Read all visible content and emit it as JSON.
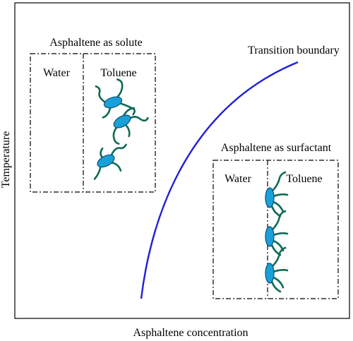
{
  "axes": {
    "x_label": "Asphaltene concentration",
    "y_label": "Temperature"
  },
  "curve": {
    "label": "Transition boundary",
    "color": "#1f1fd6"
  },
  "solute_panel": {
    "title": "Asphaltene as solute",
    "left_label": "Water",
    "right_label": "Toluene",
    "molecule_count": 3
  },
  "surfactant_panel": {
    "title": "Asphaltene as surfactant",
    "left_label": "Water",
    "right_label": "Toluene",
    "molecule_count": 3
  },
  "colors": {
    "molecule_fill": "#1aa0d8",
    "molecule_outline": "#0b4f73",
    "tail": "#0e6b55",
    "frame": "#000000"
  }
}
